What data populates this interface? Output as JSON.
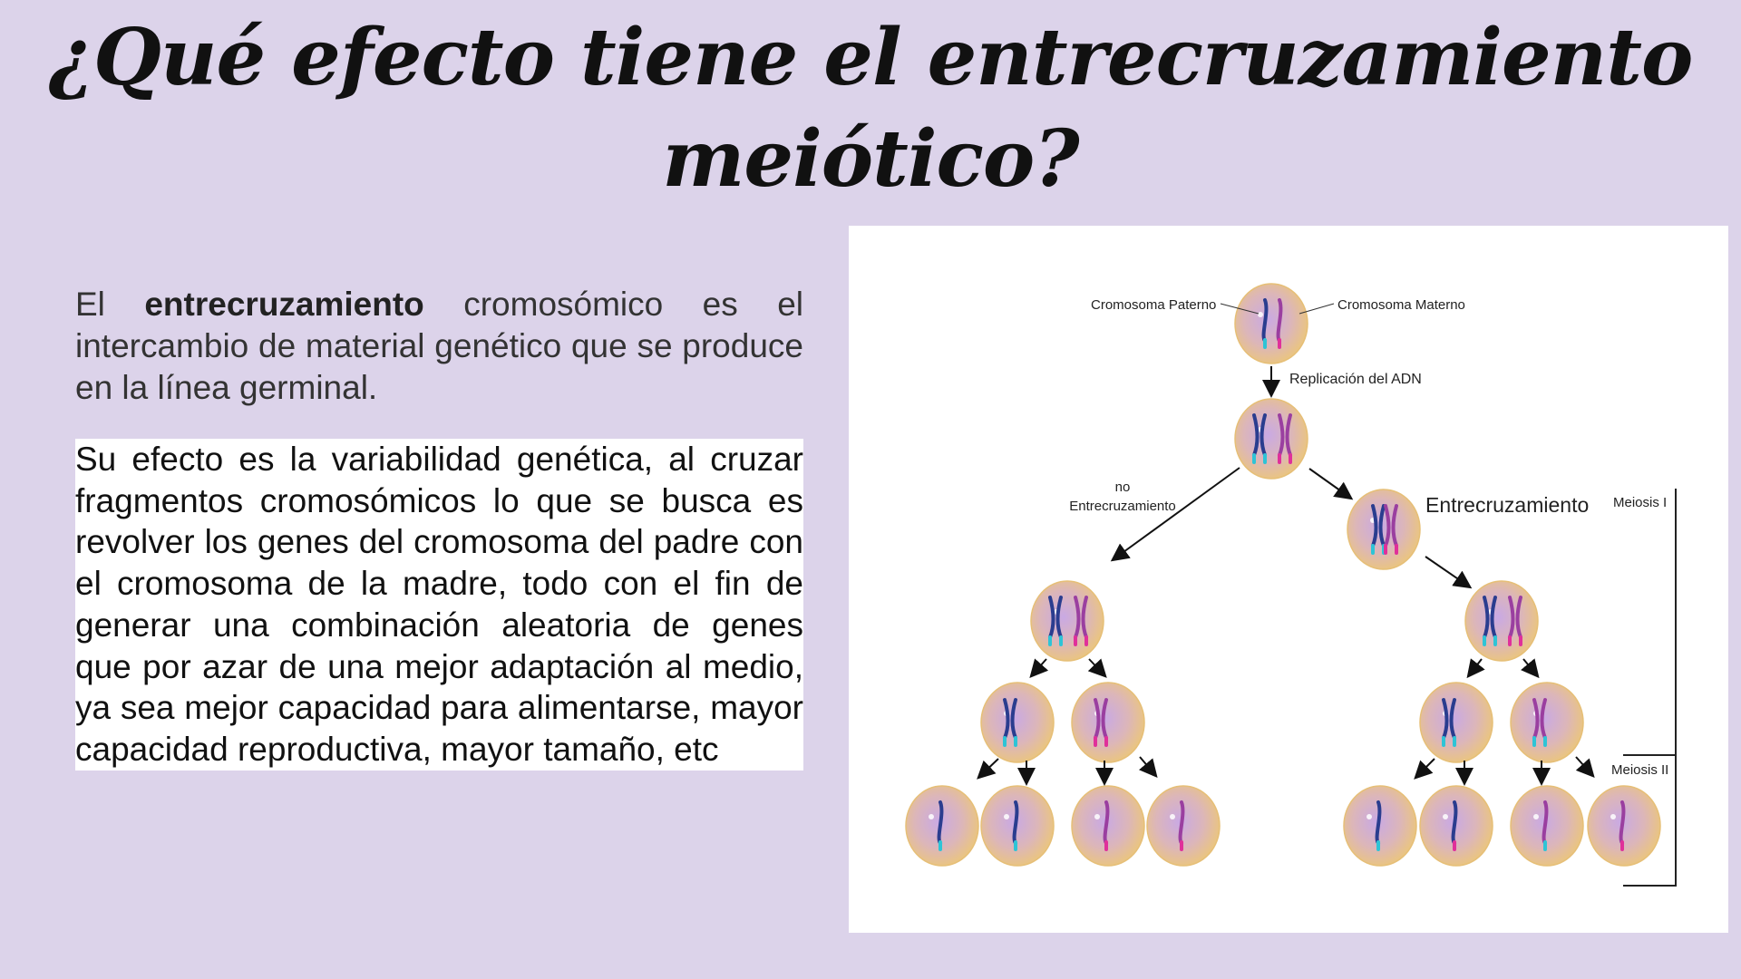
{
  "title": {
    "line1": "¿Qué efecto tiene el entrecruzamiento",
    "line2": "meiótico?"
  },
  "paragraph1": {
    "lead": "El ",
    "bold": "entrecruzamiento",
    "rest": " cromosómico es el intercambio de material genético que se produce en la línea germinal."
  },
  "paragraph2": "Su efecto es la variabilidad genética, al cruzar fragmentos cromosómicos lo que se busca es revolver los genes del cromosoma del padre con el cromosoma de la madre, todo con el fin de generar una combinación aleatoria de genes que por azar de una mejor adaptación al medio, ya sea mejor capacidad para alimentarse, mayor capacidad reproductiva, mayor tamaño, etc",
  "diagram": {
    "paternal_label": "Cromosoma Paterno",
    "maternal_label": "Cromosoma Materno",
    "replication_label": "Replicación del ADN",
    "no_crossover_line1": "no",
    "no_crossover_line2": "Entrecruzamiento",
    "crossover_label": "Entrecruzamiento",
    "meiosis1_label": "Meiosis I",
    "meiosis2_label": "Meiosis II",
    "colors": {
      "paternal": "#2a3d8f",
      "maternal": "#9a3fa0",
      "tip_cyan": "#2ec4d6",
      "tip_magenta": "#e0309a",
      "cell_edge": "#e8c071",
      "cell_center": "#c7a8e0"
    }
  }
}
